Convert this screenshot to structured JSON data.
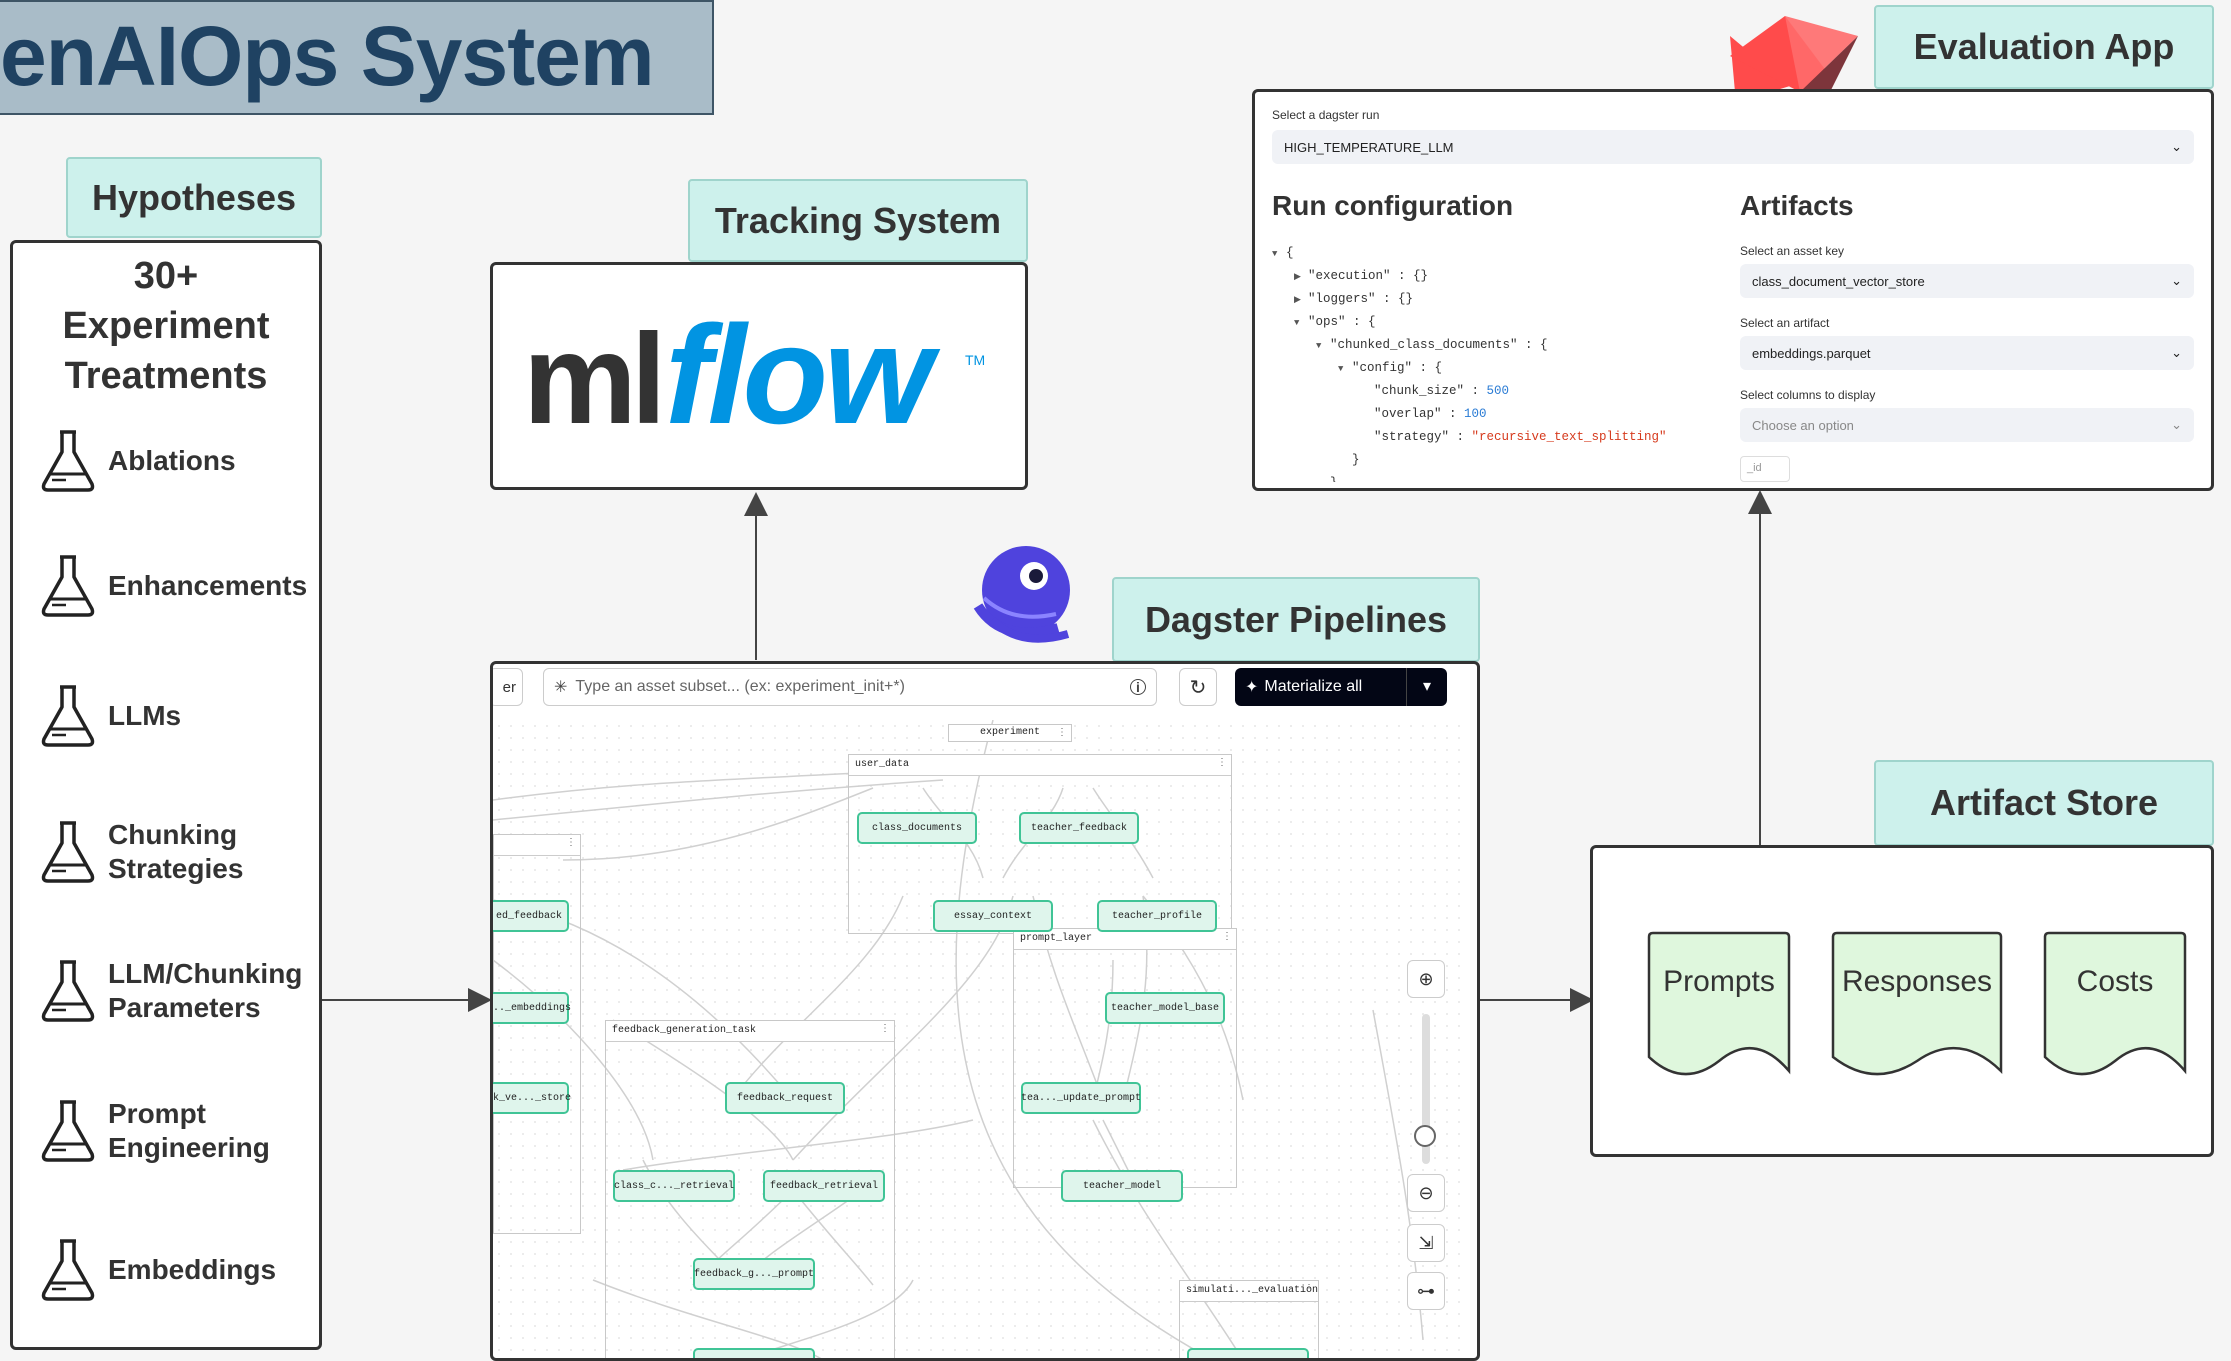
{
  "title": "enAIOps System",
  "hypotheses": {
    "tag": "Hypotheses",
    "heading": "30+\nExperiment\nTreatments",
    "items": [
      "Ablations",
      "Enhancements",
      "LLMs",
      "Chunking\nStrategies",
      "LLM/Chunking\nParameters",
      "Prompt\nEngineering",
      "Embeddings"
    ]
  },
  "tracking": {
    "tag": "Tracking System",
    "logo": "mlflow"
  },
  "evaluation": {
    "tag": "Evaluation App",
    "select_run_label": "Select a dagster run",
    "select_run_value": "HIGH_TEMPERATURE_LLM",
    "run_config_heading": "Run configuration",
    "artifacts_heading": "Artifacts",
    "asset_key_label": "Select an asset key",
    "asset_key_value": "class_document_vector_store",
    "artifact_label": "Select an artifact",
    "artifact_value": "embeddings.parquet",
    "columns_label": "Select columns to display",
    "columns_placeholder": "Choose an option",
    "chip": "_id",
    "config_lines": [
      {
        "indent": 0,
        "caret": "▼",
        "key": "",
        "val": "{",
        "valcls": "p"
      },
      {
        "indent": 1,
        "caret": "▶",
        "key": "\"execution\"",
        "val": "{}",
        "valcls": "p"
      },
      {
        "indent": 1,
        "caret": "▶",
        "key": "\"loggers\"",
        "val": "{}",
        "valcls": "p"
      },
      {
        "indent": 1,
        "caret": "▼",
        "key": "\"ops\"",
        "val": "{",
        "valcls": "p"
      },
      {
        "indent": 2,
        "caret": "▼",
        "key": "\"chunked_class_documents\"",
        "val": "{",
        "valcls": "p"
      },
      {
        "indent": 3,
        "caret": "▼",
        "key": "\"config\"",
        "val": "{",
        "valcls": "p"
      },
      {
        "indent": 4,
        "caret": "",
        "key": "\"chunk_size\"",
        "val": "500",
        "valcls": "n"
      },
      {
        "indent": 4,
        "caret": "",
        "key": "\"overlap\"",
        "val": "100",
        "valcls": "n"
      },
      {
        "indent": 4,
        "caret": "",
        "key": "\"strategy\"",
        "val": "\"recursive_text_splitting\"",
        "valcls": "s"
      },
      {
        "indent": 3,
        "caret": "",
        "key": "",
        "val": "}",
        "valcls": "p"
      },
      {
        "indent": 2,
        "caret": "",
        "key": "",
        "val": "}",
        "valcls": "p"
      }
    ]
  },
  "dagster": {
    "tag": "Dagster Pipelines",
    "filter_fragment": "er",
    "search_placeholder": "Type an asset subset... (ex: experiment_init+*)",
    "materialize_label": "Materialize all",
    "groups": [
      {
        "label": "experiment"
      },
      {
        "label": "user_data"
      },
      {
        "label": ""
      },
      {
        "label": "prompt_layer"
      },
      {
        "label": "feedback_generation_task"
      },
      {
        "label": "simulati..._evaluation"
      }
    ],
    "nodes": [
      "class_documents",
      "teacher_feedback",
      "essay_context",
      "teacher_profile",
      "ed_feedback",
      "..._embeddings",
      "ck_ve..._store",
      "teacher_model_base",
      "feedback_request",
      "tea..._update_prompt",
      "class_c..._retrieval",
      "feedback_retrieval",
      "teacher_model",
      "feedback_g..._prompt"
    ]
  },
  "artifact_store": {
    "tag": "Artifact Store",
    "docs": [
      "Prompts",
      "Responses",
      "Costs"
    ]
  },
  "colors": {
    "tag_bg": "#cdf1ec",
    "node_border": "#40c496",
    "mlflow_blue": "#0194e2",
    "dagster_purple": "#4f43dd"
  }
}
